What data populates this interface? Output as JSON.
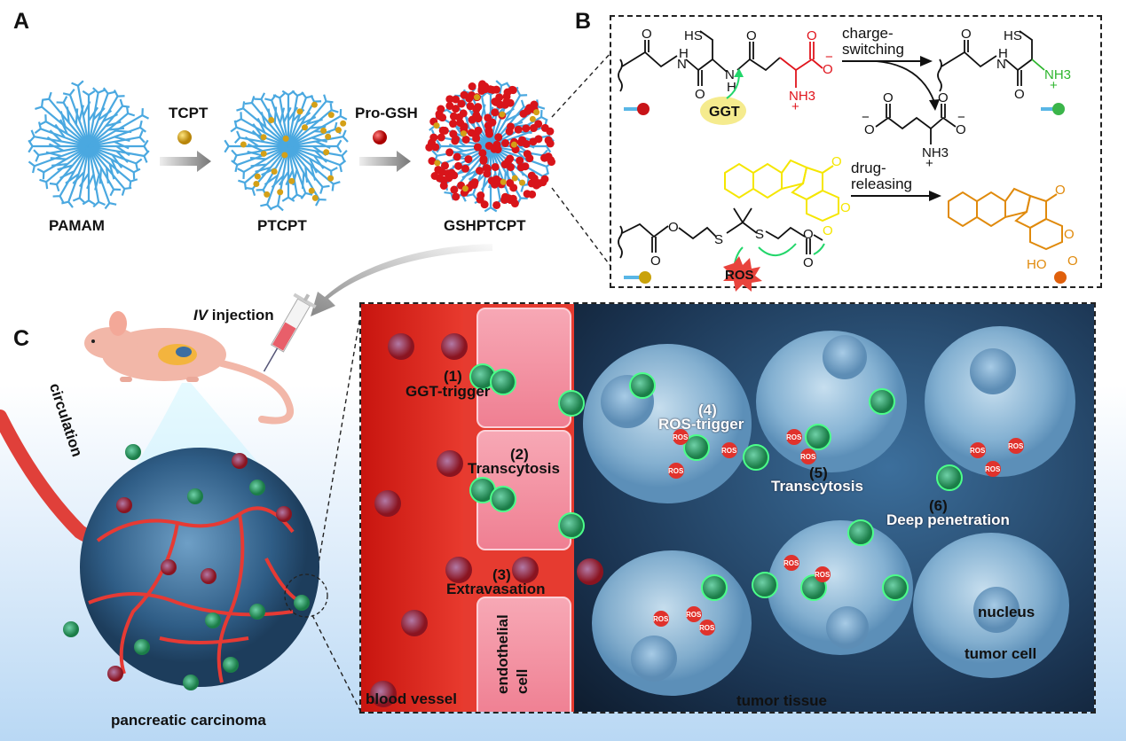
{
  "panels": {
    "A": {
      "letter": "A",
      "stages": [
        {
          "name": "PAMAM",
          "label": "PAMAM"
        },
        {
          "name": "PTCPT",
          "label": "PTCPT"
        },
        {
          "name": "GSHPTCPT",
          "label": "GSHPTCPT"
        }
      ],
      "reagents": [
        {
          "label": "TCPT",
          "bead_color": "#d4a017"
        },
        {
          "label": "Pro-GSH",
          "bead_color": "#d8141a"
        }
      ]
    },
    "B": {
      "letter": "B",
      "reactions": {
        "charge_switching_line1": "charge-",
        "charge_switching_line2": "switching",
        "drug_releasing_line1": "drug-",
        "drug_releasing_line2": "releasing"
      },
      "enzymes": {
        "ggt": "GGT",
        "ros": "ROS"
      },
      "atoms": {
        "hs": "HS",
        "o": "O",
        "h": "H",
        "n": "N",
        "nh3": "NH3",
        "plus": "+",
        "minus": "−",
        "s": "S",
        "ho": "HO"
      },
      "colors": {
        "charged_group": "#e0141c",
        "amine_product": "#2db52d",
        "prodrug": "#f5e600",
        "drug": "#e08a0c",
        "arrow_green": "#22d66a"
      },
      "legend_beads": [
        {
          "color": "#d8141a"
        },
        {
          "color": "#3bb54a"
        },
        {
          "color": "#d4a017"
        },
        {
          "color": "#e0600c"
        }
      ]
    },
    "C": {
      "letter": "C",
      "iv_injection_italic": "IV",
      "iv_injection_text": " injection",
      "circulation": "circulation",
      "tumor": "pancreatic carcinoma",
      "steps": [
        {
          "num": "(1)",
          "label": "GGT-trigger"
        },
        {
          "num": "(2)",
          "label": "Transcytosis"
        },
        {
          "num": "(3)",
          "label": "Extravasation"
        },
        {
          "num": "(4)",
          "label": "ROS-trigger"
        },
        {
          "num": "(5)",
          "label": "Transcytosis"
        },
        {
          "num": "(6)",
          "label": "Deep penetration"
        }
      ],
      "regions": {
        "blood_vessel": "blood vessel",
        "endothelial_line1": "endothelial",
        "endothelial_line2": "cell",
        "tumor_tissue": "tumor tissue",
        "nucleus": "nucleus",
        "tumor_cell": "tumor cell"
      },
      "ros_badge": "ROS"
    }
  }
}
